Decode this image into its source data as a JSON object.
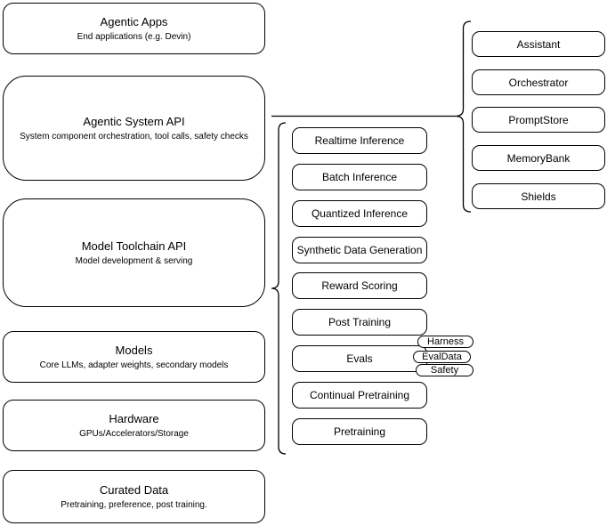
{
  "diagram": {
    "stack": [
      {
        "title": "Agentic Apps",
        "subtitle": "End applications (e.g. Devin)"
      },
      {
        "title": "Agentic System API",
        "subtitle": "System component orchestration, tool calls, safety checks"
      },
      {
        "title": "Model Toolchain API",
        "subtitle": "Model development & serving"
      },
      {
        "title": "Models",
        "subtitle": "Core LLMs, adapter weights, secondary models"
      },
      {
        "title": "Hardware",
        "subtitle": "GPUs/Accelerators/Storage"
      },
      {
        "title": "Curated Data",
        "subtitle": "Pretraining, preference, post training."
      }
    ],
    "system_components": [
      "Assistant",
      "Orchestrator",
      "PromptStore",
      "MemoryBank",
      "Shields"
    ],
    "toolchain_components": [
      "Realtime Inference",
      "Batch Inference",
      "Quantized Inference",
      "Synthetic Data Generation",
      "Reward Scoring",
      "Post Training",
      "Evals",
      "Continual Pretraining",
      "Pretraining"
    ],
    "evals_tags": [
      "Harness",
      "EvalData",
      "Safety"
    ],
    "colors": {
      "stroke": "#000000",
      "fill": "#ffffff",
      "text": "#000000",
      "background": "#ffffff"
    }
  }
}
